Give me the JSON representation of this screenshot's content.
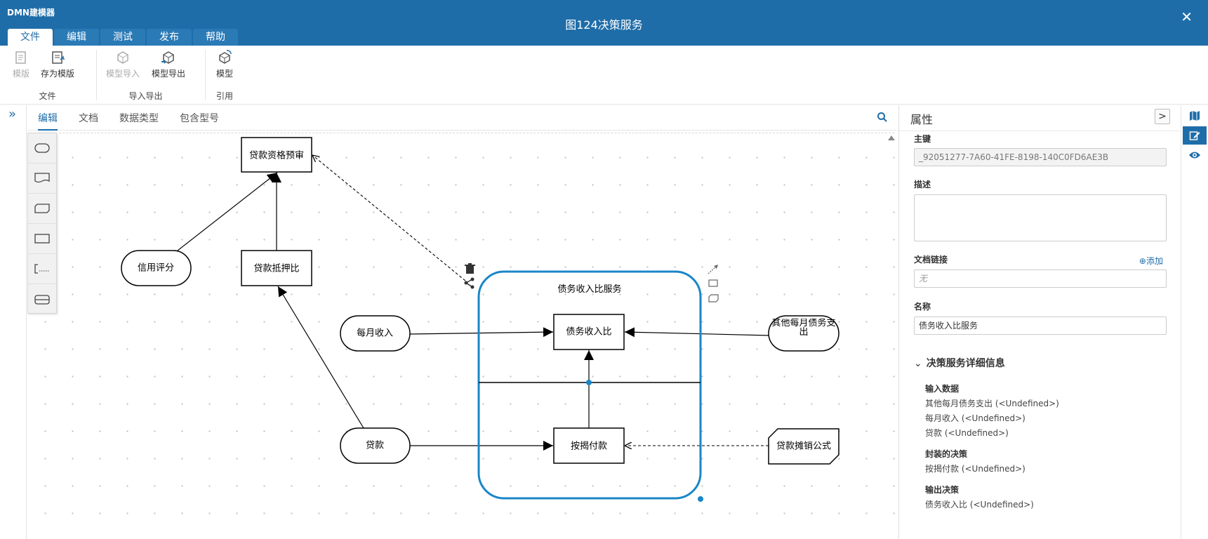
{
  "app": {
    "name": "DMN建模器",
    "title": "图124决策服务",
    "close": "✕"
  },
  "menu": {
    "tabs": [
      "文件",
      "编辑",
      "测试",
      "发布",
      "帮助"
    ]
  },
  "ribbon": {
    "groups": [
      {
        "label": "文件",
        "buttons": [
          "模版",
          "存为模版"
        ]
      },
      {
        "label": "导入导出",
        "buttons": [
          "模型导入",
          "模型导出"
        ]
      },
      {
        "label": "引用",
        "buttons": [
          "模型"
        ]
      }
    ]
  },
  "editor": {
    "tabs": [
      "编辑",
      "文档",
      "数据类型",
      "包含型号"
    ],
    "diagram": {
      "service": "债务收入比服务",
      "decisions": [
        "贷款资格预审",
        "贷款抵押比",
        "债务收入比",
        "按揭付款"
      ],
      "inputs": [
        "信用评分",
        "每月收入",
        "其他每月债务支出",
        "贷款"
      ],
      "knowledge": [
        "贷款摊销公式"
      ]
    }
  },
  "properties": {
    "title": "属性",
    "toggle": ">",
    "key_label": "主键",
    "key_value": "_92051277-7A60-41FE-8198-140C0FD6AE3B",
    "desc_label": "描述",
    "doclink_label": "文档链接",
    "doclink_add": "添加",
    "doclink_placeholder": "无",
    "name_label": "名称",
    "name_value": "债务收入比服务",
    "details_title": "决策服务详细信息",
    "input_data_label": "输入数据",
    "input_data": [
      "其他每月债务支出 (<Undefined>)",
      "每月收入 (<Undefined>)",
      "贷款 (<Undefined>)"
    ],
    "encapsulated_label": "封装的决策",
    "encapsulated": [
      "按揭付款 (<Undefined>)"
    ],
    "output_label": "输出决策",
    "output": [
      "债务收入比 (<Undefined>)"
    ]
  },
  "colors": {
    "brand": "#1f6da8",
    "selection": "#1a86c8"
  }
}
